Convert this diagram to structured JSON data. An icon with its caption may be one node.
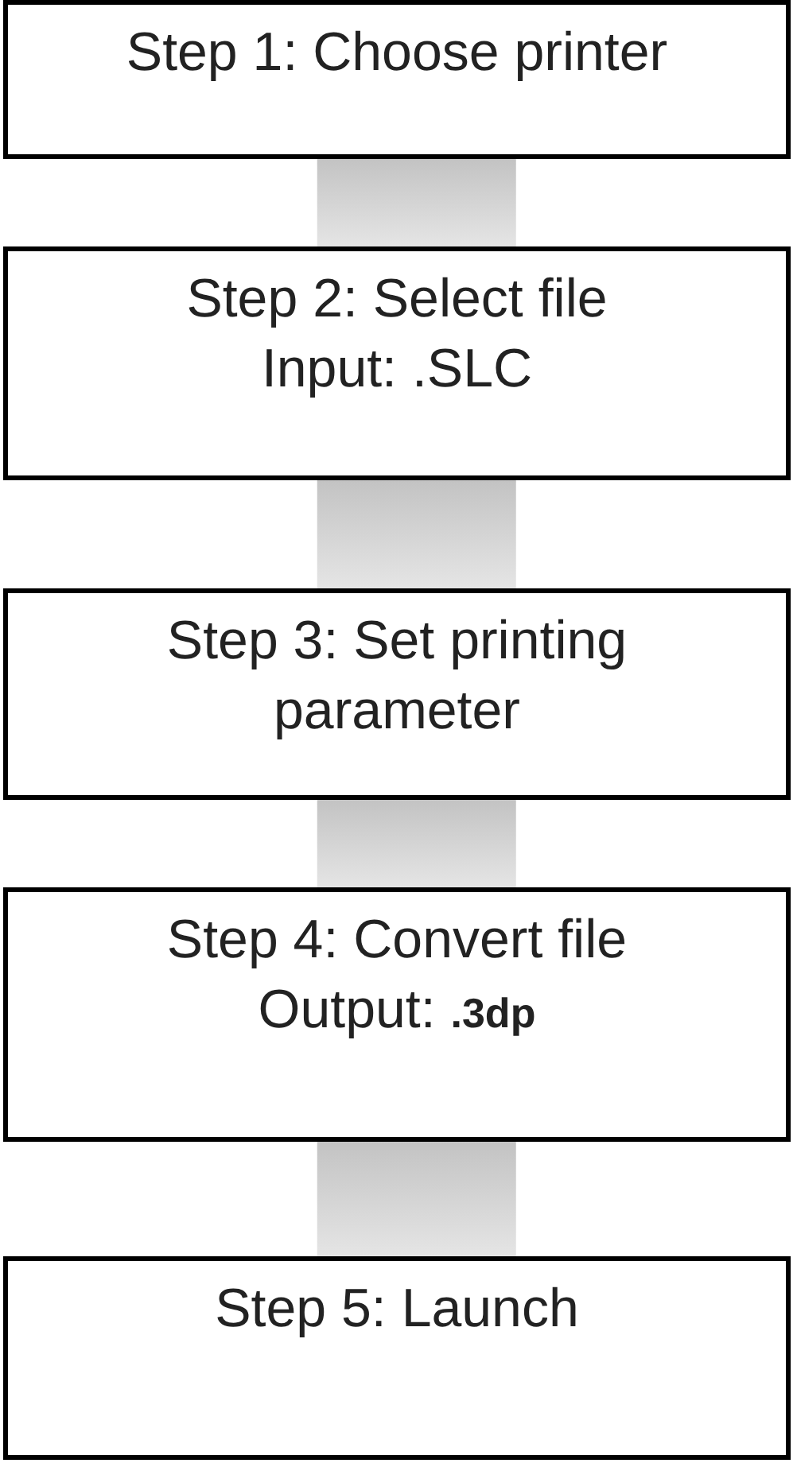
{
  "diagram": {
    "nodes": [
      {
        "text": [
          "Step 1: Choose printer"
        ]
      },
      {
        "text": [
          "Step 2: Select file",
          "Input: .SLC"
        ]
      },
      {
        "text": [
          "Step 3: Set printing parameter"
        ]
      },
      {
        "text": [
          "Step 4: Convert file",
          "Output: **.3dp**"
        ]
      },
      {
        "text": [
          "Step 5: Launch"
        ]
      }
    ],
    "edges": [
      {
        "from": 0,
        "to": 1,
        "arrow": "none"
      },
      {
        "from": 1,
        "to": 2,
        "arrow": "none"
      },
      {
        "from": 2,
        "to": 3,
        "arrow": "none"
      },
      {
        "from": 3,
        "to": 4,
        "arrow": "none"
      }
    ]
  }
}
